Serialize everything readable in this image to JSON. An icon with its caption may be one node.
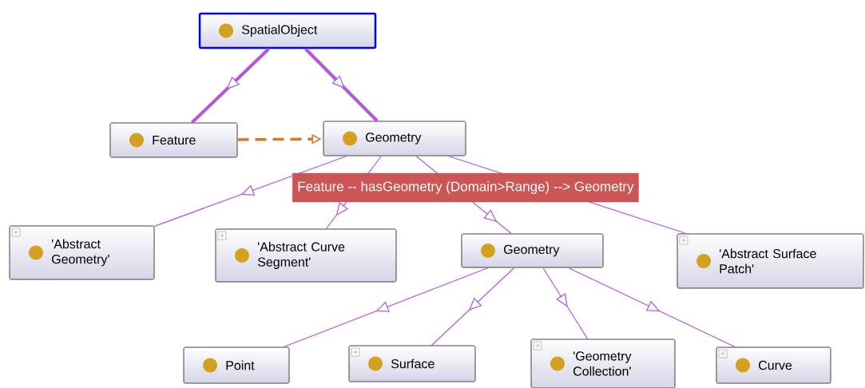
{
  "diagram": {
    "nodes": [
      {
        "text": [
          "SpatialObject"
        ]
      },
      {
        "text": [
          "Feature"
        ]
      },
      {
        "text": [
          "Geometry"
        ]
      },
      {
        "text": [
          "'Abstract Geometry'"
        ]
      },
      {
        "text": [
          "'Abstract Curve Segment'"
        ]
      },
      {
        "text": [
          "Geometry"
        ]
      },
      {
        "text": [
          "'Abstract Surface Patch'"
        ]
      },
      {
        "text": [
          "Point"
        ]
      },
      {
        "text": [
          "Surface"
        ]
      },
      {
        "text": [
          "'Geometry Collection'"
        ]
      },
      {
        "text": [
          "Curve"
        ]
      }
    ],
    "edges": [
      {
        "from": 0,
        "to": 1,
        "arrow": "to",
        "style": "thick"
      },
      {
        "from": 0,
        "to": 2,
        "arrow": "to",
        "style": "thick"
      },
      {
        "from": 1,
        "to": 2,
        "arrow": "to",
        "style": "dashed",
        "color": "#e0731f"
      },
      {
        "from": 2,
        "to": 3,
        "arrow": "to"
      },
      {
        "from": 2,
        "to": 4,
        "arrow": "to"
      },
      {
        "from": 2,
        "to": 5,
        "arrow": "to"
      },
      {
        "from": 2,
        "to": 6,
        "arrow": "to"
      },
      {
        "from": 5,
        "to": 7,
        "arrow": "to"
      },
      {
        "from": 5,
        "to": 8,
        "arrow": "to"
      },
      {
        "from": 5,
        "to": 9,
        "arrow": "to"
      },
      {
        "from": 5,
        "to": 10,
        "arrow": "to"
      }
    ],
    "labels": [
      "Feature -- hasGeometry (Domain>Range) --> Geometry"
    ]
  }
}
